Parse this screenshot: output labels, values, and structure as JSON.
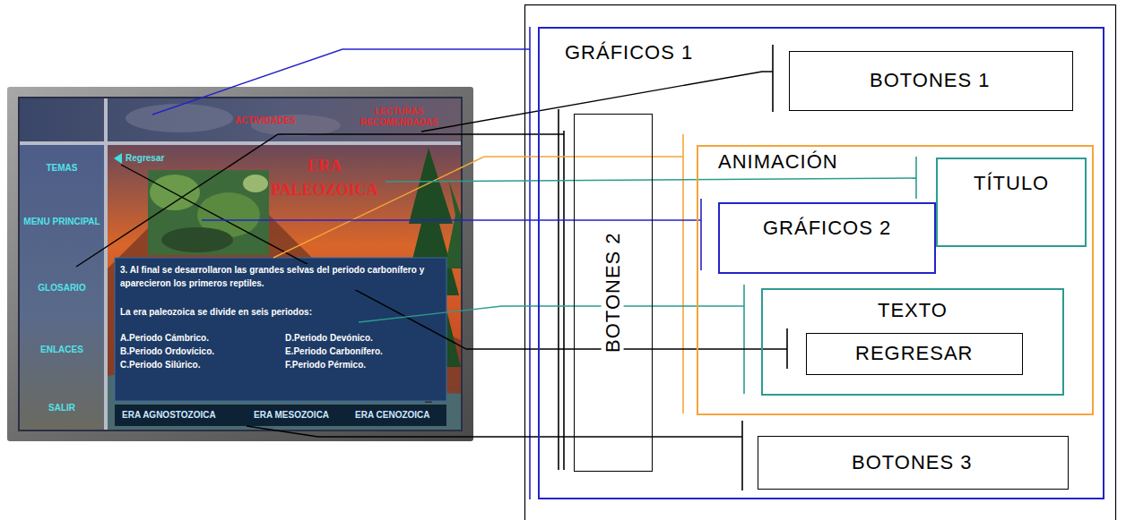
{
  "diagram": {
    "nodes": [
      {
        "text": [
          "GRÁFICOS 1"
        ]
      },
      {
        "text": [
          "BOTONES 1"
        ],
        "in": 0
      },
      {
        "text": [
          "BOTONES 2"
        ],
        "in": 0
      },
      {
        "text": [
          "ANIMACIÓN"
        ],
        "in": 0
      },
      {
        "text": [
          "TÍTULO"
        ],
        "in": 3
      },
      {
        "text": [
          "GRÁFICOS 2"
        ],
        "in": 3
      },
      {
        "text": [
          "TEXTO"
        ],
        "in": 3
      },
      {
        "text": [
          "REGRESAR"
        ],
        "in": 6
      },
      {
        "text": [
          "BOTONES 3"
        ],
        "in": 0
      }
    ],
    "labels": [
      "ACTIVIDADES",
      "LECTURAS RECOMENDADAS",
      "TEMAS",
      "MENU PRINCIPAL",
      "GLOSARIO",
      "ENLACES",
      "SALIR",
      "Regresar",
      "ERA PALEOZOICA",
      "3. Al final se desarrollaron las grandes selvas del periodo carbonífero y aparecieron los primeros reptiles.",
      "La era paleozoica se divide en seis periodos:",
      "A.Periodo Cámbrico.",
      "D.Periodo Devónico.",
      "B.Periodo Ordovícico.",
      "E.Periodo Carbonífero.",
      "C.Periodo Silúrico.",
      "F.Periodo Pérmico.",
      "ERA AGNOSTOZOICA",
      "ERA MESOZOICA",
      "ERA CENOZOICA"
    ]
  }
}
